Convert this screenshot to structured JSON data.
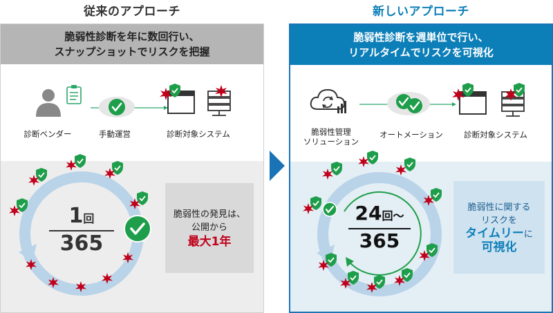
{
  "left": {
    "column_title": "従来のアプローチ",
    "header_line1": "脆弱性診断を年に数回行い、",
    "header_line2": "スナップショットでリスクを把握",
    "actors": {
      "vendor": "診断ベンダー",
      "manual": "手動運営",
      "target": "診断対象システム"
    },
    "fraction": {
      "numerator": "1",
      "numerator_unit": "回",
      "denominator": "365"
    },
    "box": {
      "line1": "脆弱性の発見は、",
      "line2": "公開から",
      "emphasis": "最大1年"
    }
  },
  "right": {
    "column_title": "新しいアプローチ",
    "header_line1": "脆弱性診断を週単位で行い、",
    "header_line2": "リアルタイムでリスクを可視化",
    "actors": {
      "solution_line1": "脆弱性管理",
      "solution_line2": "ソリューション",
      "automation": "オートメーション",
      "target": "診断対象システム"
    },
    "fraction": {
      "numerator": "24",
      "numerator_unit": "回～",
      "denominator": "365"
    },
    "box": {
      "line1": "脆弱性に関する",
      "line2": "リスクを",
      "emphasis": "タイムリー",
      "emphasis_suffix": "に",
      "line4": "可視化"
    }
  },
  "colors": {
    "left_header_bg": "#b5b5b5",
    "right_header_bg": "#0d7fb8",
    "right_border": "#1a73b5",
    "shield_green": "#1e9e4a",
    "threat_red": "#c0001a",
    "cycle_blue": "#b9d3e8",
    "emphasis_red": "#c0001a",
    "emphasis_blue": "#0d7fb8",
    "arrow_blue": "#1a73b5"
  },
  "icons": [
    "person-icon",
    "clipboard-icon",
    "check-circle-icon",
    "monitor-icon",
    "server-icon",
    "cloud-sync-icon",
    "shield-check-icon",
    "threat-burst-icon",
    "chevron-right-icon"
  ]
}
